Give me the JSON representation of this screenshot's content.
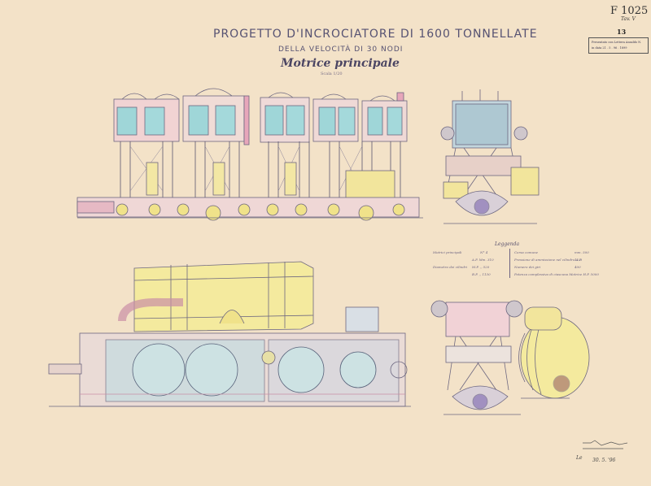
{
  "header": {
    "title": "PROGETTO D'INCROCIATORE DI 1600 TONNELLATE",
    "subtitle": "DELLA VELOCITÀ DI 30 NODI",
    "section": "Motrice principale",
    "scale": "Scala 1/20"
  },
  "archive": {
    "inventory": "F 1025",
    "tavola": "Tav. V",
    "number": "13",
    "stamp_line1": "Presentato con Lettera Ansaldo N.",
    "stamp_line2": "in data 21 . 5 . 96 . 1899"
  },
  "legend": {
    "title": "Leggenda",
    "left_rows": [
      {
        "label": "Motrici principali",
        "value": "N° 4"
      },
      {
        "label": "",
        "value": "A.P.  Mm. 310"
      },
      {
        "label": "Diametro dei cilindri",
        "value": "M.P.  ,, 520"
      },
      {
        "label": "",
        "value": "B.P.  ,, 1130"
      }
    ],
    "right_rows": [
      {
        "label": "Corsa comune",
        "value": "mm. 500"
      },
      {
        "label": "Pressione di ammissione nel cilindro A.P.",
        "value": "12.0"
      },
      {
        "label": "Numero dei giri",
        "value": "400"
      },
      {
        "label": "Potenza complessiva di ciascuna Motrice H.P. 5000",
        "value": ""
      }
    ]
  },
  "signature": {
    "day": "Le",
    "date": "30. 5. '96"
  },
  "colors": {
    "paper": "#f3e2c8",
    "ink": "#4a4560",
    "cyan": "#9fd6d8",
    "pink": "#e7a6ba",
    "yellow": "#f0e28a",
    "purple": "#8a76b6",
    "gray": "#b8b0b6"
  }
}
